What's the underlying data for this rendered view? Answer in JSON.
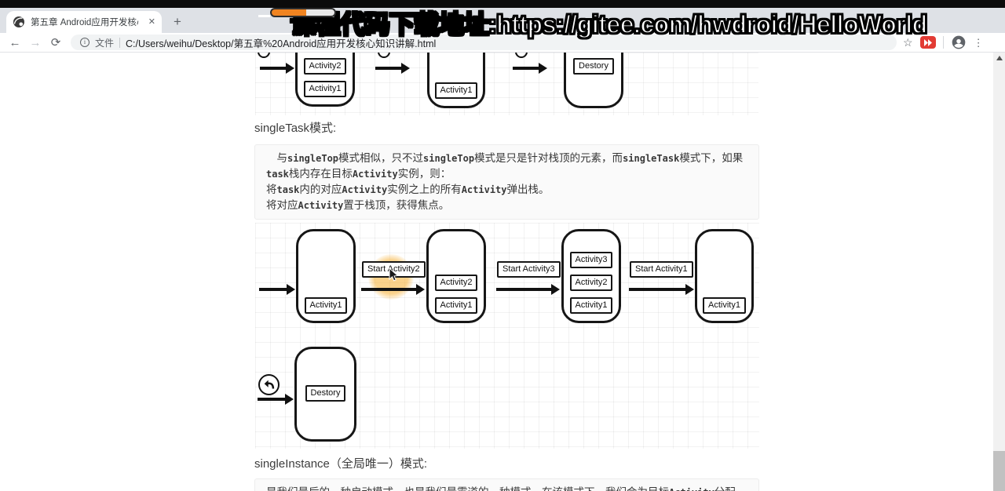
{
  "browser": {
    "tab": {
      "title": "第五章 Android应用开发核心知",
      "close": "✕"
    },
    "new_tab_button": "+",
    "nav": {
      "back": "←",
      "forward": "→",
      "reload": "⟳"
    },
    "address": {
      "info": "i",
      "scheme_label": "文件",
      "url": "C:/Users/weihu/Desktop/第五章%20Android应用开发核心知识讲解.html"
    },
    "actions": {
      "bookmark": "☆",
      "menu": "⋮"
    }
  },
  "overlay": {
    "text": "课程代码下载地址:https://gitee.com/hwdroid/HelloWorld"
  },
  "content": {
    "heading_singletask": "singleTask模式:",
    "note_singletask": [
      [
        {
          "code": false,
          "t": "　与"
        },
        {
          "code": true,
          "t": "singleTop"
        },
        {
          "code": false,
          "t": "模式相似，只不过"
        },
        {
          "code": true,
          "t": "singleTop"
        },
        {
          "code": false,
          "t": "模式是只是针对栈顶的元素，而"
        },
        {
          "code": true,
          "t": "singleTask"
        },
        {
          "code": false,
          "t": "模式下，如果"
        },
        {
          "code": true,
          "t": "task"
        },
        {
          "code": false,
          "t": "栈内存在目标"
        },
        {
          "code": true,
          "t": "Activity"
        },
        {
          "code": false,
          "t": "实例，则："
        }
      ],
      [
        {
          "code": false,
          "t": "将"
        },
        {
          "code": true,
          "t": "task"
        },
        {
          "code": false,
          "t": "内的对应"
        },
        {
          "code": true,
          "t": "Activity"
        },
        {
          "code": false,
          "t": "实例之上的所有"
        },
        {
          "code": true,
          "t": "Activity"
        },
        {
          "code": false,
          "t": "弹出栈。"
        }
      ],
      [
        {
          "code": false,
          "t": "将对应"
        },
        {
          "code": true,
          "t": "Activity"
        },
        {
          "code": false,
          "t": "置于栈顶，获得焦点。"
        }
      ]
    ],
    "heading_singleinstance": "singleInstance（全局唯一）模式:",
    "note_singleinstance_partial": [
      [
        {
          "code": false,
          "t": "是我们最后的一种启动模式，也是我们最霸道的一种模式，在该模式下，我们会为目标"
        },
        {
          "code": true,
          "t": "Activity"
        },
        {
          "code": false,
          "t": "分配一个新的"
        }
      ]
    ]
  },
  "diagram_top": {
    "stack_1": [
      "Activity2",
      "Activity1"
    ],
    "stack_2": [
      "Activity1"
    ],
    "stack_3": [
      "Destory"
    ]
  },
  "diagram_main": {
    "row1": {
      "stack_a": [
        "Activity1"
      ],
      "label_1": "Start Activity2",
      "stack_b": [
        "Activity2",
        "Activity1"
      ],
      "label_2": "Start Activity3",
      "stack_c": [
        "Activity3",
        "Activity2",
        "Activity1"
      ],
      "label_3": "Start Activity1",
      "stack_d": [
        "Activity1"
      ]
    },
    "row2": {
      "stack_e": [
        "Destory"
      ]
    }
  },
  "colors": {
    "accent_orange": "#f08421",
    "highlight": "rgba(246,172,44,0.55)",
    "ext_red": "#e23b34"
  }
}
